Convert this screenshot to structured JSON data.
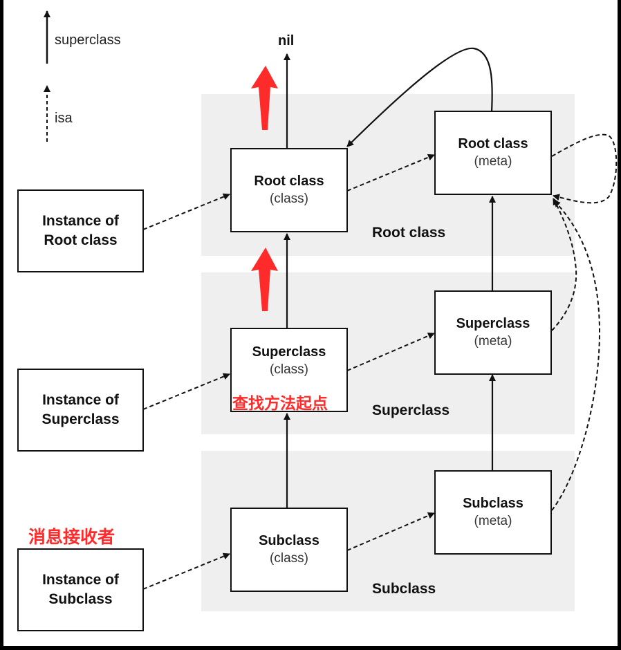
{
  "legend": {
    "superclass_label": "superclass",
    "isa_label": "isa"
  },
  "nil_label": "nil",
  "bands": {
    "root": "Root class",
    "super": "Superclass",
    "sub": "Subclass"
  },
  "instances": {
    "root": "Instance of Root class",
    "super": "Instance of Superclass",
    "sub": "Instance of Subclass"
  },
  "classes": {
    "root": {
      "title": "Root class",
      "sub": "(class)"
    },
    "super": {
      "title": "Superclass",
      "sub": "(class)"
    },
    "sub": {
      "title": "Subclass",
      "sub": "(class)"
    }
  },
  "metas": {
    "root": {
      "title": "Root class",
      "sub": "(meta)"
    },
    "super": {
      "title": "Superclass",
      "sub": "(meta)"
    },
    "sub": {
      "title": "Subclass",
      "sub": "(meta)"
    }
  },
  "annotations": {
    "lookup_start": "查找方法起点",
    "receiver": "消息接收者"
  },
  "colors": {
    "accent_red": "#ff2a2a",
    "band_gray": "#efefef",
    "line": "#111111"
  }
}
